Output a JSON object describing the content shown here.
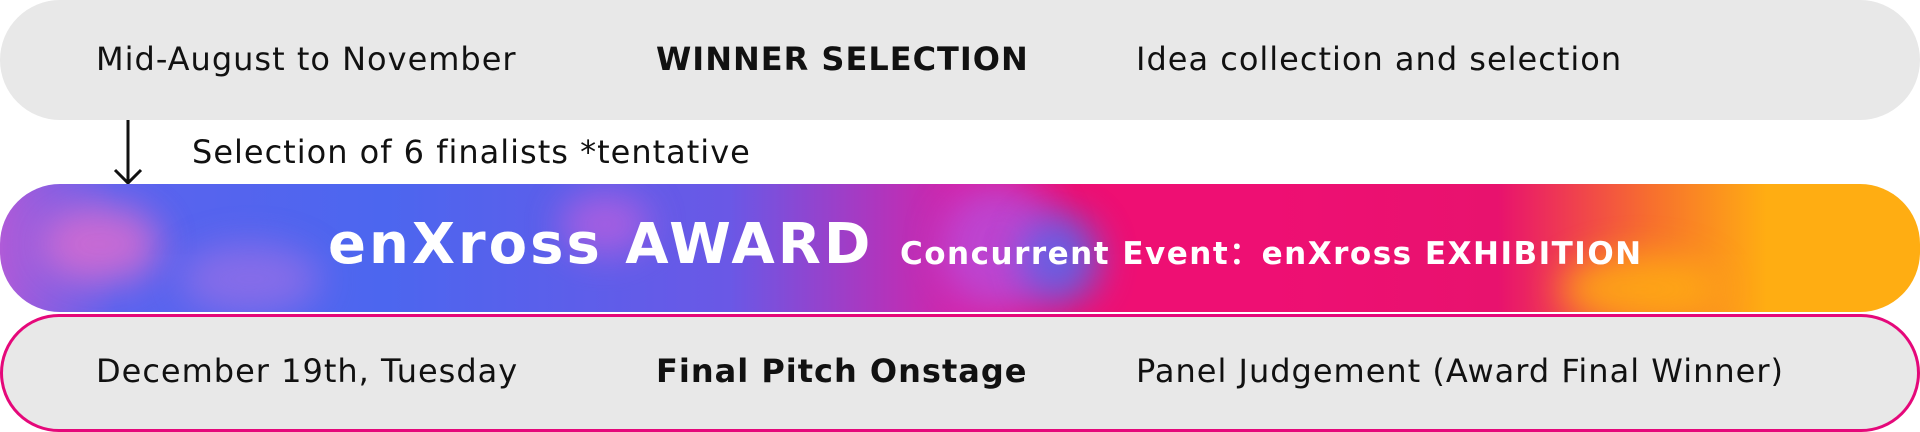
{
  "phase1": {
    "period": "Mid-August to November",
    "title": "WINNER SELECTION",
    "description": "Idea collection and selection"
  },
  "transition": {
    "note": "Selection of 6 finalists *tentative",
    "icon": "arrow-down-icon"
  },
  "award": {
    "title": "enXross AWARD",
    "subtitle": "Concurrent Event：enXross EXHIBITION"
  },
  "phase2": {
    "date": "December 19th, Tuesday",
    "title": "Final Pitch Onstage",
    "description": "Panel Judgement (Award Final Winner)"
  },
  "colors": {
    "pill_background": "#e8e8e8",
    "pink_border": "#e5087a",
    "blue": "#4c66ef",
    "magenta": "#ee0f73",
    "orange": "#ffad12"
  }
}
